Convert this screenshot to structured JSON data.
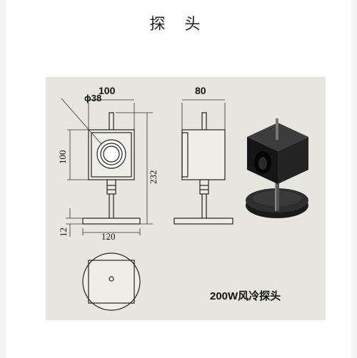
{
  "title": "探 头",
  "drawing": {
    "background": "#e6e6dc",
    "dims": {
      "phi38": "ϕ38",
      "width100": "100",
      "depth80": "80",
      "height100": "100",
      "height232": "232",
      "base120": "120",
      "base12": "12"
    },
    "caption": "200W风冷探头"
  }
}
